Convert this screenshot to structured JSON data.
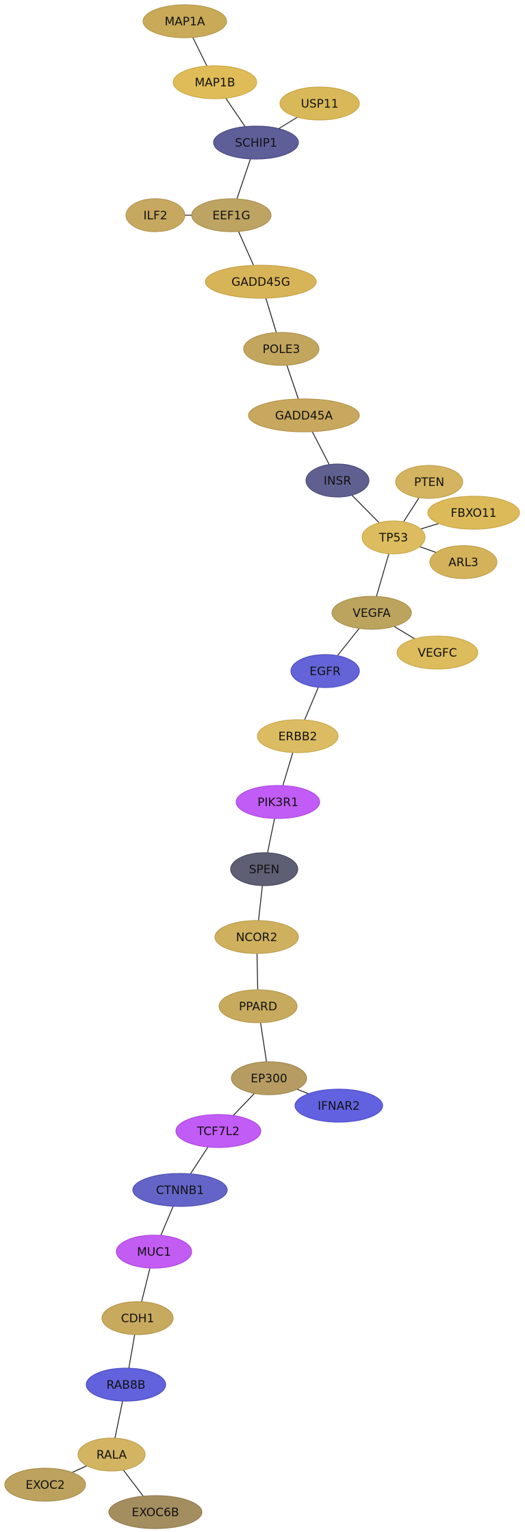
{
  "diagram": {
    "nodes": [
      {
        "id": "MAP1A",
        "label": "MAP1A",
        "color": "#c8aa58",
        "stroke": "#b79848"
      },
      {
        "id": "MAP1B",
        "label": "MAP1B",
        "color": "#e0bc58",
        "stroke": "#ccaa48"
      },
      {
        "id": "USP11",
        "label": "USP11",
        "color": "#d8b858",
        "stroke": "#c6a648"
      },
      {
        "id": "SCHIP1",
        "label": "SCHIP1",
        "color": "#5e5e98",
        "stroke": "#4a4a84"
      },
      {
        "id": "ILF2",
        "label": "ILF2",
        "color": "#c6a860",
        "stroke": "#b49650"
      },
      {
        "id": "EEF1G",
        "label": "EEF1G",
        "color": "#bea462",
        "stroke": "#ac9252"
      },
      {
        "id": "GADD45G",
        "label": "GADD45G",
        "color": "#d8b458",
        "stroke": "#c6a248"
      },
      {
        "id": "POLE3",
        "label": "POLE3",
        "color": "#c2a65e",
        "stroke": "#b0944e"
      },
      {
        "id": "GADD45A",
        "label": "GADD45A",
        "color": "#c8a85e",
        "stroke": "#b6964e"
      },
      {
        "id": "INSR",
        "label": "INSR",
        "color": "#606090",
        "stroke": "#4c4c7c"
      },
      {
        "id": "PTEN",
        "label": "PTEN",
        "color": "#d4b460",
        "stroke": "#c2a250"
      },
      {
        "id": "FBXO11",
        "label": "FBXO11",
        "color": "#dcba5a",
        "stroke": "#caa84a"
      },
      {
        "id": "TP53",
        "label": "TP53",
        "color": "#dcbc5e",
        "stroke": "#caaa4e"
      },
      {
        "id": "ARL3",
        "label": "ARL3",
        "color": "#d4b25a",
        "stroke": "#c2a04a"
      },
      {
        "id": "VEGFA",
        "label": "VEGFA",
        "color": "#bca45e",
        "stroke": "#aa924e"
      },
      {
        "id": "VEGFC",
        "label": "VEGFC",
        "color": "#dcbc5c",
        "stroke": "#caaa4c"
      },
      {
        "id": "EGFR",
        "label": "EGFR",
        "color": "#6464d8",
        "stroke": "#5050c4"
      },
      {
        "id": "ERBB2",
        "label": "ERBB2",
        "color": "#dcbc62",
        "stroke": "#caaa52"
      },
      {
        "id": "PIK3R1",
        "label": "PIK3R1",
        "color": "#c25cf6",
        "stroke": "#ae48e2"
      },
      {
        "id": "SPEN",
        "label": "SPEN",
        "color": "#5e5e74",
        "stroke": "#4a4a60"
      },
      {
        "id": "NCOR2",
        "label": "NCOR2",
        "color": "#cfb05e",
        "stroke": "#bd9e4e"
      },
      {
        "id": "PPARD",
        "label": "PPARD",
        "color": "#c8aa5e",
        "stroke": "#b6984e"
      },
      {
        "id": "EP300",
        "label": "EP300",
        "color": "#b69c62",
        "stroke": "#a48a52"
      },
      {
        "id": "IFNAR2",
        "label": "IFNAR2",
        "color": "#6262e0",
        "stroke": "#4e4ecc"
      },
      {
        "id": "TCF7L2",
        "label": "TCF7L2",
        "color": "#c25cf6",
        "stroke": "#ae48e2"
      },
      {
        "id": "CTNNB1",
        "label": "CTNNB1",
        "color": "#6464c8",
        "stroke": "#5050b4"
      },
      {
        "id": "MUC1",
        "label": "MUC1",
        "color": "#c35cf2",
        "stroke": "#af48de"
      },
      {
        "id": "CDH1",
        "label": "CDH1",
        "color": "#c8aa5e",
        "stroke": "#b6984e"
      },
      {
        "id": "RAB8B",
        "label": "RAB8B",
        "color": "#6262dc",
        "stroke": "#4e4ec8"
      },
      {
        "id": "RALA",
        "label": "RALA",
        "color": "#d2b462",
        "stroke": "#c0a252"
      },
      {
        "id": "EXOC2",
        "label": "EXOC2",
        "color": "#bca25e",
        "stroke": "#aa904e"
      },
      {
        "id": "EXOC6B",
        "label": "EXOC6B",
        "color": "#a48e60",
        "stroke": "#927c50"
      }
    ],
    "edges": [
      [
        "MAP1A",
        "MAP1B"
      ],
      [
        "MAP1B",
        "SCHIP1"
      ],
      [
        "USP11",
        "SCHIP1"
      ],
      [
        "SCHIP1",
        "EEF1G"
      ],
      [
        "ILF2",
        "EEF1G"
      ],
      [
        "EEF1G",
        "GADD45G"
      ],
      [
        "GADD45G",
        "POLE3"
      ],
      [
        "POLE3",
        "GADD45A"
      ],
      [
        "GADD45A",
        "INSR"
      ],
      [
        "INSR",
        "TP53"
      ],
      [
        "PTEN",
        "TP53"
      ],
      [
        "FBXO11",
        "TP53"
      ],
      [
        "ARL3",
        "TP53"
      ],
      [
        "TP53",
        "VEGFA"
      ],
      [
        "VEGFA",
        "VEGFC"
      ],
      [
        "VEGFA",
        "EGFR"
      ],
      [
        "EGFR",
        "ERBB2"
      ],
      [
        "ERBB2",
        "PIK3R1"
      ],
      [
        "PIK3R1",
        "SPEN"
      ],
      [
        "SPEN",
        "NCOR2"
      ],
      [
        "NCOR2",
        "PPARD"
      ],
      [
        "PPARD",
        "EP300"
      ],
      [
        "EP300",
        "IFNAR2"
      ],
      [
        "EP300",
        "TCF7L2"
      ],
      [
        "TCF7L2",
        "CTNNB1"
      ],
      [
        "CTNNB1",
        "MUC1"
      ],
      [
        "MUC1",
        "CDH1"
      ],
      [
        "CDH1",
        "RAB8B"
      ],
      [
        "RAB8B",
        "RALA"
      ],
      [
        "RALA",
        "EXOC2"
      ],
      [
        "RALA",
        "EXOC6B"
      ]
    ]
  }
}
